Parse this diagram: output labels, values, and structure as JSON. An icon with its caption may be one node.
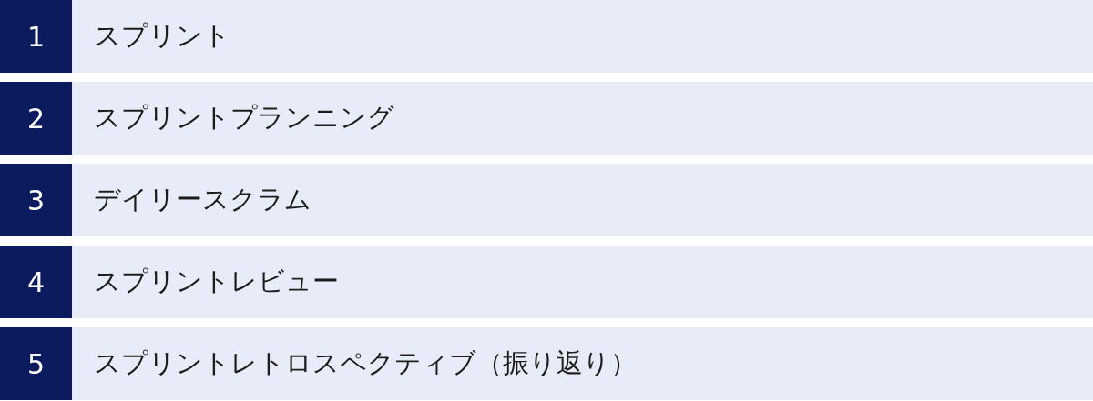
{
  "diagram": {
    "nodes": [
      {
        "text": [
          "1",
          "スプリント"
        ]
      },
      {
        "text": [
          "2",
          "スプリントプランニング"
        ]
      },
      {
        "text": [
          "3",
          "デイリースクラム"
        ]
      },
      {
        "text": [
          "4",
          "スプリントレビュー"
        ]
      },
      {
        "text": [
          "5",
          "スプリントレトロスペクティブ（振り返り）"
        ]
      }
    ]
  }
}
